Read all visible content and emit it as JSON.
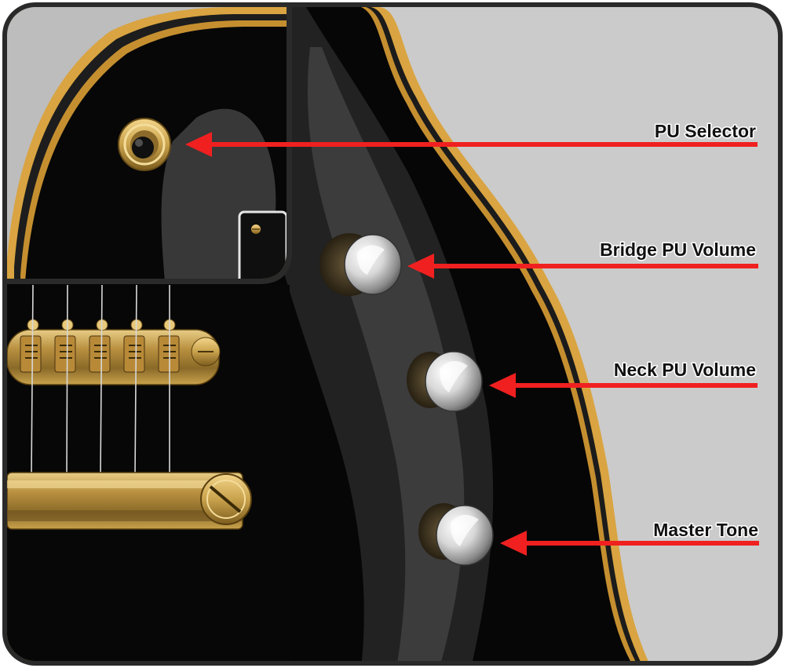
{
  "diagram": {
    "subject": "guitar-controls",
    "colors": {
      "frame": "#2a2a2a",
      "background": "#cbcbcb",
      "body": "#060606",
      "binding": "#d9a441",
      "arrow": "#f02020",
      "hardware_gold": "#c9a24c",
      "knob_chrome": "#e6e6e6"
    },
    "callouts": [
      {
        "id": "pu-selector",
        "label": "PU Selector"
      },
      {
        "id": "bridge-pu-volume",
        "label": "Bridge PU Volume"
      },
      {
        "id": "neck-pu-volume",
        "label": "Neck PU Volume"
      },
      {
        "id": "master-tone",
        "label": "Master Tone"
      }
    ]
  }
}
